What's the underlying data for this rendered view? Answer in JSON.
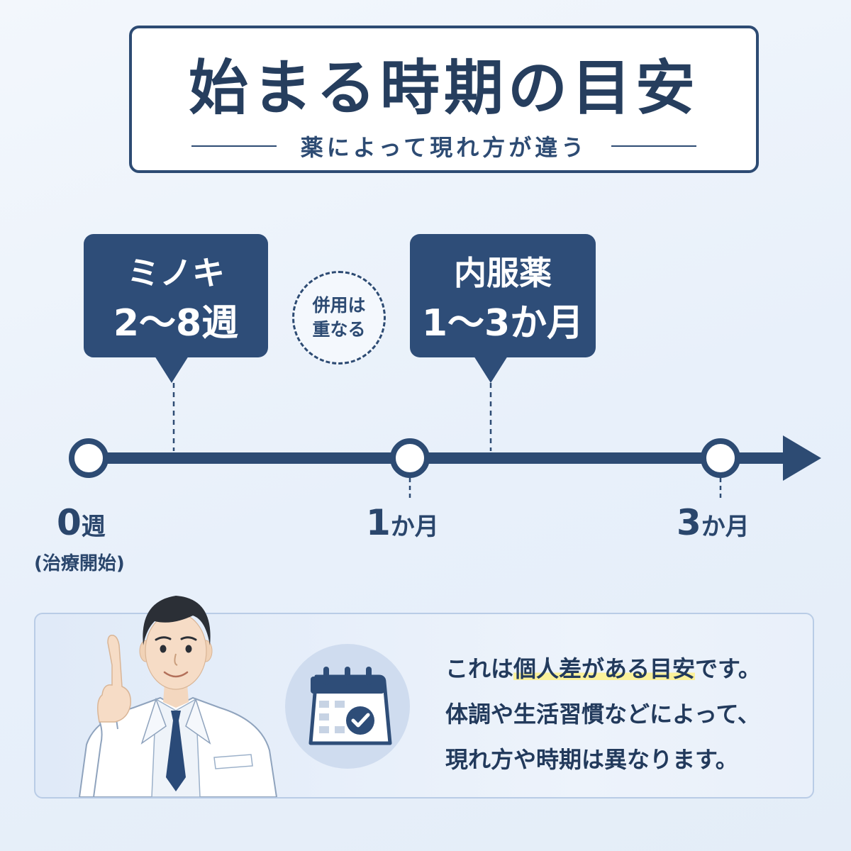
{
  "header": {
    "title": "始まる時期の目安",
    "subtitle": "薬によって現れ方が違う"
  },
  "callouts": {
    "minoki": {
      "name": "ミノキ",
      "period": "2～8週"
    },
    "oral": {
      "name": "内服薬",
      "period": "1～3か月"
    }
  },
  "overlap_badge": {
    "line1": "併用は",
    "line2": "重なる"
  },
  "timeline": {
    "ticks": [
      {
        "num": "0",
        "unit": "週",
        "note": "(治療開始)"
      },
      {
        "num": "1",
        "unit": "か月"
      },
      {
        "num": "3",
        "unit": "か月"
      }
    ]
  },
  "note": {
    "line1_prefix": "これは",
    "line1_highlight": "個人差がある目安",
    "line1_suffix": "です。",
    "line2": "体調や生活習慣などによって、",
    "line3": "現れ方や時期は異なります。"
  },
  "icons": [
    "calendar-check-icon",
    "doctor-illustration"
  ],
  "colors": {
    "primary": "#2e4d78",
    "highlight": "#fbf19a",
    "background": "#eaf1fa"
  }
}
